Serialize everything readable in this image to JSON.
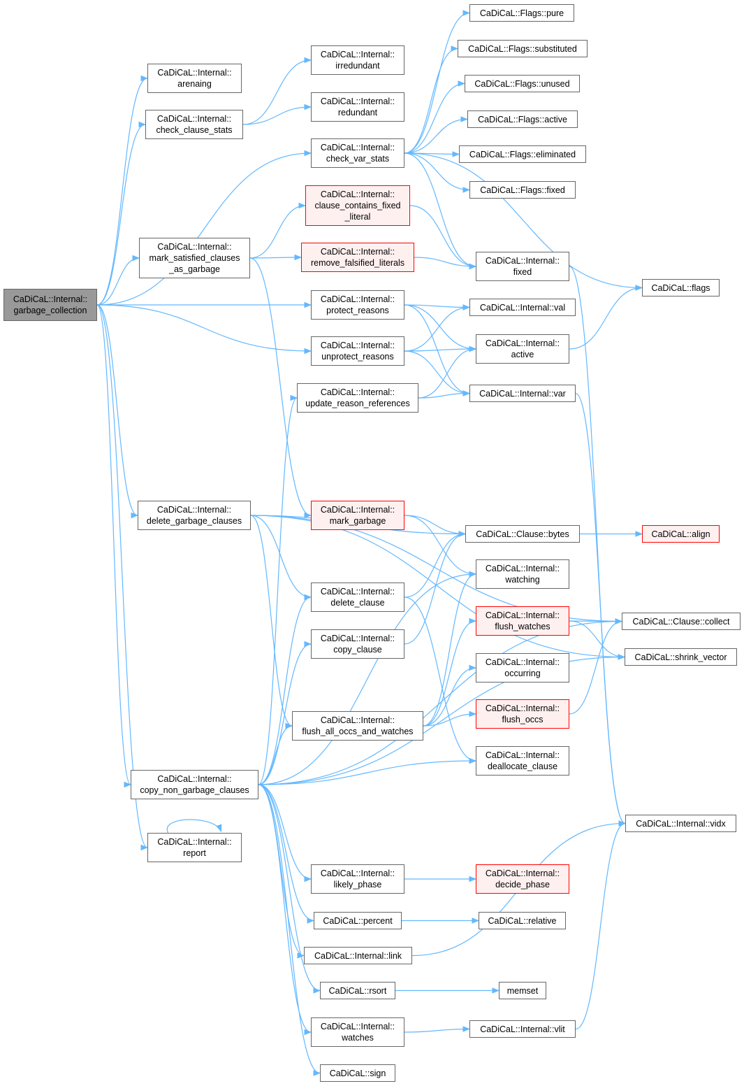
{
  "colors": {
    "edge": "#63b8ff",
    "root_fill": "#999999",
    "red_border": "#ff0000",
    "red_fill": "#fff0f0"
  },
  "nodes": [
    {
      "id": "gc",
      "label": "CaDiCaL::Internal::\ngarbage_collection",
      "style": "root"
    },
    {
      "id": "arenaing",
      "label": "CaDiCaL::Internal::\narenaing"
    },
    {
      "id": "ccs",
      "label": "CaDiCaL::Internal::\ncheck_clause_stats"
    },
    {
      "id": "msc",
      "label": "CaDiCaL::Internal::\nmark_satisfied_clauses\n_as_garbage"
    },
    {
      "id": "dgc",
      "label": "CaDiCaL::Internal::\ndelete_garbage_clauses"
    },
    {
      "id": "cngc",
      "label": "CaDiCaL::Internal::\ncopy_non_garbage_clauses"
    },
    {
      "id": "report",
      "label": "CaDiCaL::Internal::\nreport"
    },
    {
      "id": "irred",
      "label": "CaDiCaL::Internal::\nirredundant"
    },
    {
      "id": "red",
      "label": "CaDiCaL::Internal::\nredundant"
    },
    {
      "id": "cvs",
      "label": "CaDiCaL::Internal::\ncheck_var_stats"
    },
    {
      "id": "ccfl",
      "label": "CaDiCaL::Internal::\nclause_contains_fixed\n_literal",
      "style": "red"
    },
    {
      "id": "rfl",
      "label": "CaDiCaL::Internal::\nremove_falsified_literals",
      "style": "red"
    },
    {
      "id": "pr",
      "label": "CaDiCaL::Internal::\nprotect_reasons"
    },
    {
      "id": "upr",
      "label": "CaDiCaL::Internal::\nunprotect_reasons"
    },
    {
      "id": "urr",
      "label": "CaDiCaL::Internal::\nupdate_reason_references"
    },
    {
      "id": "mg",
      "label": "CaDiCaL::Internal::\nmark_garbage",
      "style": "red"
    },
    {
      "id": "dc",
      "label": "CaDiCaL::Internal::\ndelete_clause"
    },
    {
      "id": "cc",
      "label": "CaDiCaL::Internal::\ncopy_clause"
    },
    {
      "id": "faow",
      "label": "CaDiCaL::Internal::\nflush_all_occs_and_watches"
    },
    {
      "id": "lp",
      "label": "CaDiCaL::Internal::\nlikely_phase"
    },
    {
      "id": "percent",
      "label": "CaDiCaL::percent"
    },
    {
      "id": "link",
      "label": "CaDiCaL::Internal::link"
    },
    {
      "id": "rsort",
      "label": "CaDiCaL::rsort"
    },
    {
      "id": "watches",
      "label": "CaDiCaL::Internal::\nwatches"
    },
    {
      "id": "sign",
      "label": "CaDiCaL::sign"
    },
    {
      "id": "fpure",
      "label": "CaDiCaL::Flags::pure"
    },
    {
      "id": "fsub",
      "label": "CaDiCaL::Flags::substituted"
    },
    {
      "id": "funused",
      "label": "CaDiCaL::Flags::unused"
    },
    {
      "id": "factive",
      "label": "CaDiCaL::Flags::active"
    },
    {
      "id": "felim",
      "label": "CaDiCaL::Flags::eliminated"
    },
    {
      "id": "ffixed",
      "label": "CaDiCaL::Flags::fixed"
    },
    {
      "id": "fixed",
      "label": "CaDiCaL::Internal::\nfixed"
    },
    {
      "id": "val",
      "label": "CaDiCaL::Internal::val"
    },
    {
      "id": "active",
      "label": "CaDiCaL::Internal::\nactive"
    },
    {
      "id": "var",
      "label": "CaDiCaL::Internal::var"
    },
    {
      "id": "bytes",
      "label": "CaDiCaL::Clause::bytes"
    },
    {
      "id": "watching",
      "label": "CaDiCaL::Internal::\nwatching"
    },
    {
      "id": "fw",
      "label": "CaDiCaL::Internal::\nflush_watches",
      "style": "red"
    },
    {
      "id": "occurring",
      "label": "CaDiCaL::Internal::\noccurring"
    },
    {
      "id": "fo",
      "label": "CaDiCaL::Internal::\nflush_occs",
      "style": "red"
    },
    {
      "id": "dealloc",
      "label": "CaDiCaL::Internal::\ndeallocate_clause"
    },
    {
      "id": "dp",
      "label": "CaDiCaL::Internal::\ndecide_phase",
      "style": "red"
    },
    {
      "id": "relative",
      "label": "CaDiCaL::relative"
    },
    {
      "id": "memset",
      "label": "memset"
    },
    {
      "id": "vlit",
      "label": "CaDiCaL::Internal::vlit"
    },
    {
      "id": "flags",
      "label": "CaDiCaL::flags"
    },
    {
      "id": "align",
      "label": "CaDiCaL::align",
      "style": "red"
    },
    {
      "id": "collect",
      "label": "CaDiCaL::Clause::collect"
    },
    {
      "id": "shrink",
      "label": "CaDiCaL::shrink_vector"
    },
    {
      "id": "vidx",
      "label": "CaDiCaL::Internal::vidx"
    }
  ],
  "edges": [
    [
      "gc",
      "arenaing"
    ],
    [
      "gc",
      "ccs"
    ],
    [
      "gc",
      "cvs"
    ],
    [
      "gc",
      "msc"
    ],
    [
      "gc",
      "pr"
    ],
    [
      "gc",
      "upr"
    ],
    [
      "gc",
      "dgc"
    ],
    [
      "gc",
      "cngc"
    ],
    [
      "gc",
      "report"
    ],
    [
      "ccs",
      "irred"
    ],
    [
      "ccs",
      "red"
    ],
    [
      "cvs",
      "fpure"
    ],
    [
      "cvs",
      "fsub"
    ],
    [
      "cvs",
      "funused"
    ],
    [
      "cvs",
      "factive"
    ],
    [
      "cvs",
      "felim"
    ],
    [
      "cvs",
      "ffixed"
    ],
    [
      "cvs",
      "fixed"
    ],
    [
      "cvs",
      "flags"
    ],
    [
      "msc",
      "ccfl"
    ],
    [
      "msc",
      "rfl"
    ],
    [
      "msc",
      "mg"
    ],
    [
      "ccfl",
      "fixed"
    ],
    [
      "rfl",
      "fixed"
    ],
    [
      "fixed",
      "vidx"
    ],
    [
      "pr",
      "val"
    ],
    [
      "pr",
      "active"
    ],
    [
      "pr",
      "var"
    ],
    [
      "upr",
      "val"
    ],
    [
      "upr",
      "active"
    ],
    [
      "upr",
      "var"
    ],
    [
      "urr",
      "active"
    ],
    [
      "urr",
      "var"
    ],
    [
      "active",
      "flags"
    ],
    [
      "var",
      "vidx"
    ],
    [
      "dgc",
      "collect"
    ],
    [
      "dgc",
      "shrink"
    ],
    [
      "dgc",
      "bytes"
    ],
    [
      "dgc",
      "dc"
    ],
    [
      "dgc",
      "faow"
    ],
    [
      "mg",
      "bytes"
    ],
    [
      "mg",
      "watching"
    ],
    [
      "bytes",
      "align"
    ],
    [
      "dc",
      "bytes"
    ],
    [
      "dc",
      "dealloc"
    ],
    [
      "cc",
      "bytes"
    ],
    [
      "faow",
      "watching"
    ],
    [
      "faow",
      "fw"
    ],
    [
      "faow",
      "occurring"
    ],
    [
      "faow",
      "fo"
    ],
    [
      "fw",
      "collect"
    ],
    [
      "fw",
      "shrink"
    ],
    [
      "fo",
      "collect"
    ],
    [
      "cngc",
      "urr"
    ],
    [
      "cngc",
      "dc"
    ],
    [
      "cngc",
      "cc"
    ],
    [
      "cngc",
      "faow"
    ],
    [
      "cngc",
      "watching"
    ],
    [
      "cngc",
      "dealloc"
    ],
    [
      "cngc",
      "collect"
    ],
    [
      "cngc",
      "shrink"
    ],
    [
      "cngc",
      "lp"
    ],
    [
      "cngc",
      "percent"
    ],
    [
      "cngc",
      "link"
    ],
    [
      "cngc",
      "rsort"
    ],
    [
      "cngc",
      "watches"
    ],
    [
      "cngc",
      "sign"
    ],
    [
      "report",
      "report"
    ],
    [
      "lp",
      "dp"
    ],
    [
      "percent",
      "relative"
    ],
    [
      "link",
      "vidx"
    ],
    [
      "rsort",
      "memset"
    ],
    [
      "watches",
      "vlit"
    ],
    [
      "vlit",
      "vidx"
    ]
  ]
}
